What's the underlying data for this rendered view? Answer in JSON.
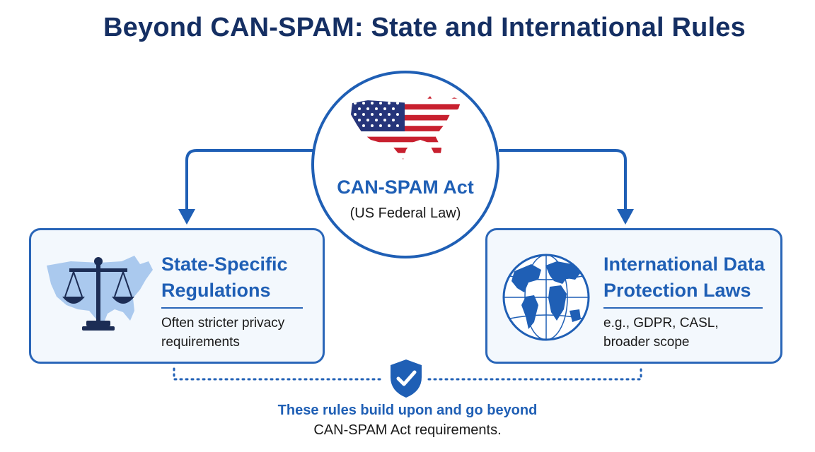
{
  "title": "Beyond CAN-SPAM: State and International Rules",
  "center": {
    "title": "CAN-SPAM Act",
    "subtitle": "(US Federal Law)",
    "icon": "us-flag-map-icon"
  },
  "left_box": {
    "title_line1": "State-Specific",
    "title_line2": "Regulations",
    "desc_line1": "Often stricter privacy",
    "desc_line2": "requirements",
    "icon": "scales-of-justice-on-us-map-icon"
  },
  "right_box": {
    "title_line1": "International Data",
    "title_line2": "Protection Laws",
    "desc_line1": "e.g., GDPR, CASL,",
    "desc_line2": "broader scope",
    "icon": "globe-icon"
  },
  "footer": {
    "line1": "These rules build upon and go beyond",
    "line2": "CAN-SPAM Act requirements.",
    "icon": "shield-check-icon"
  },
  "colors": {
    "title": "#152f63",
    "accent": "#1f5fb5",
    "box_fill": "#f3f8fd",
    "flag_red": "#c8202f",
    "flag_blue": "#26357a"
  }
}
